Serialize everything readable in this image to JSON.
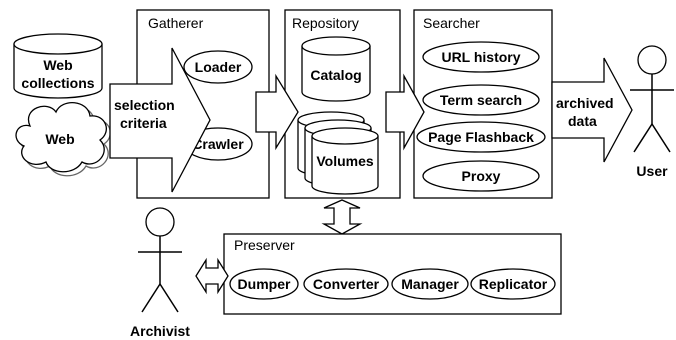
{
  "web_collections": {
    "line1": "Web",
    "line2": "collections"
  },
  "web_cloud": {
    "label": "Web"
  },
  "selection_arrow": {
    "line1": "selection",
    "line2": "criteria"
  },
  "gatherer": {
    "title": "Gatherer",
    "loader": "Loader",
    "crawler": "Crawler"
  },
  "repository": {
    "title": "Repository",
    "catalog": "Catalog",
    "volumes": "Volumes"
  },
  "searcher": {
    "title": "Searcher",
    "items": [
      "URL history",
      "Term search",
      "Page Flashback",
      "Proxy"
    ]
  },
  "archived_arrow": {
    "line1": "archived",
    "line2": "data"
  },
  "user": {
    "label": "User"
  },
  "archivist": {
    "label": "Archivist"
  },
  "preserver": {
    "title": "Preserver",
    "items": [
      "Dumper",
      "Converter",
      "Manager",
      "Replicator"
    ]
  }
}
